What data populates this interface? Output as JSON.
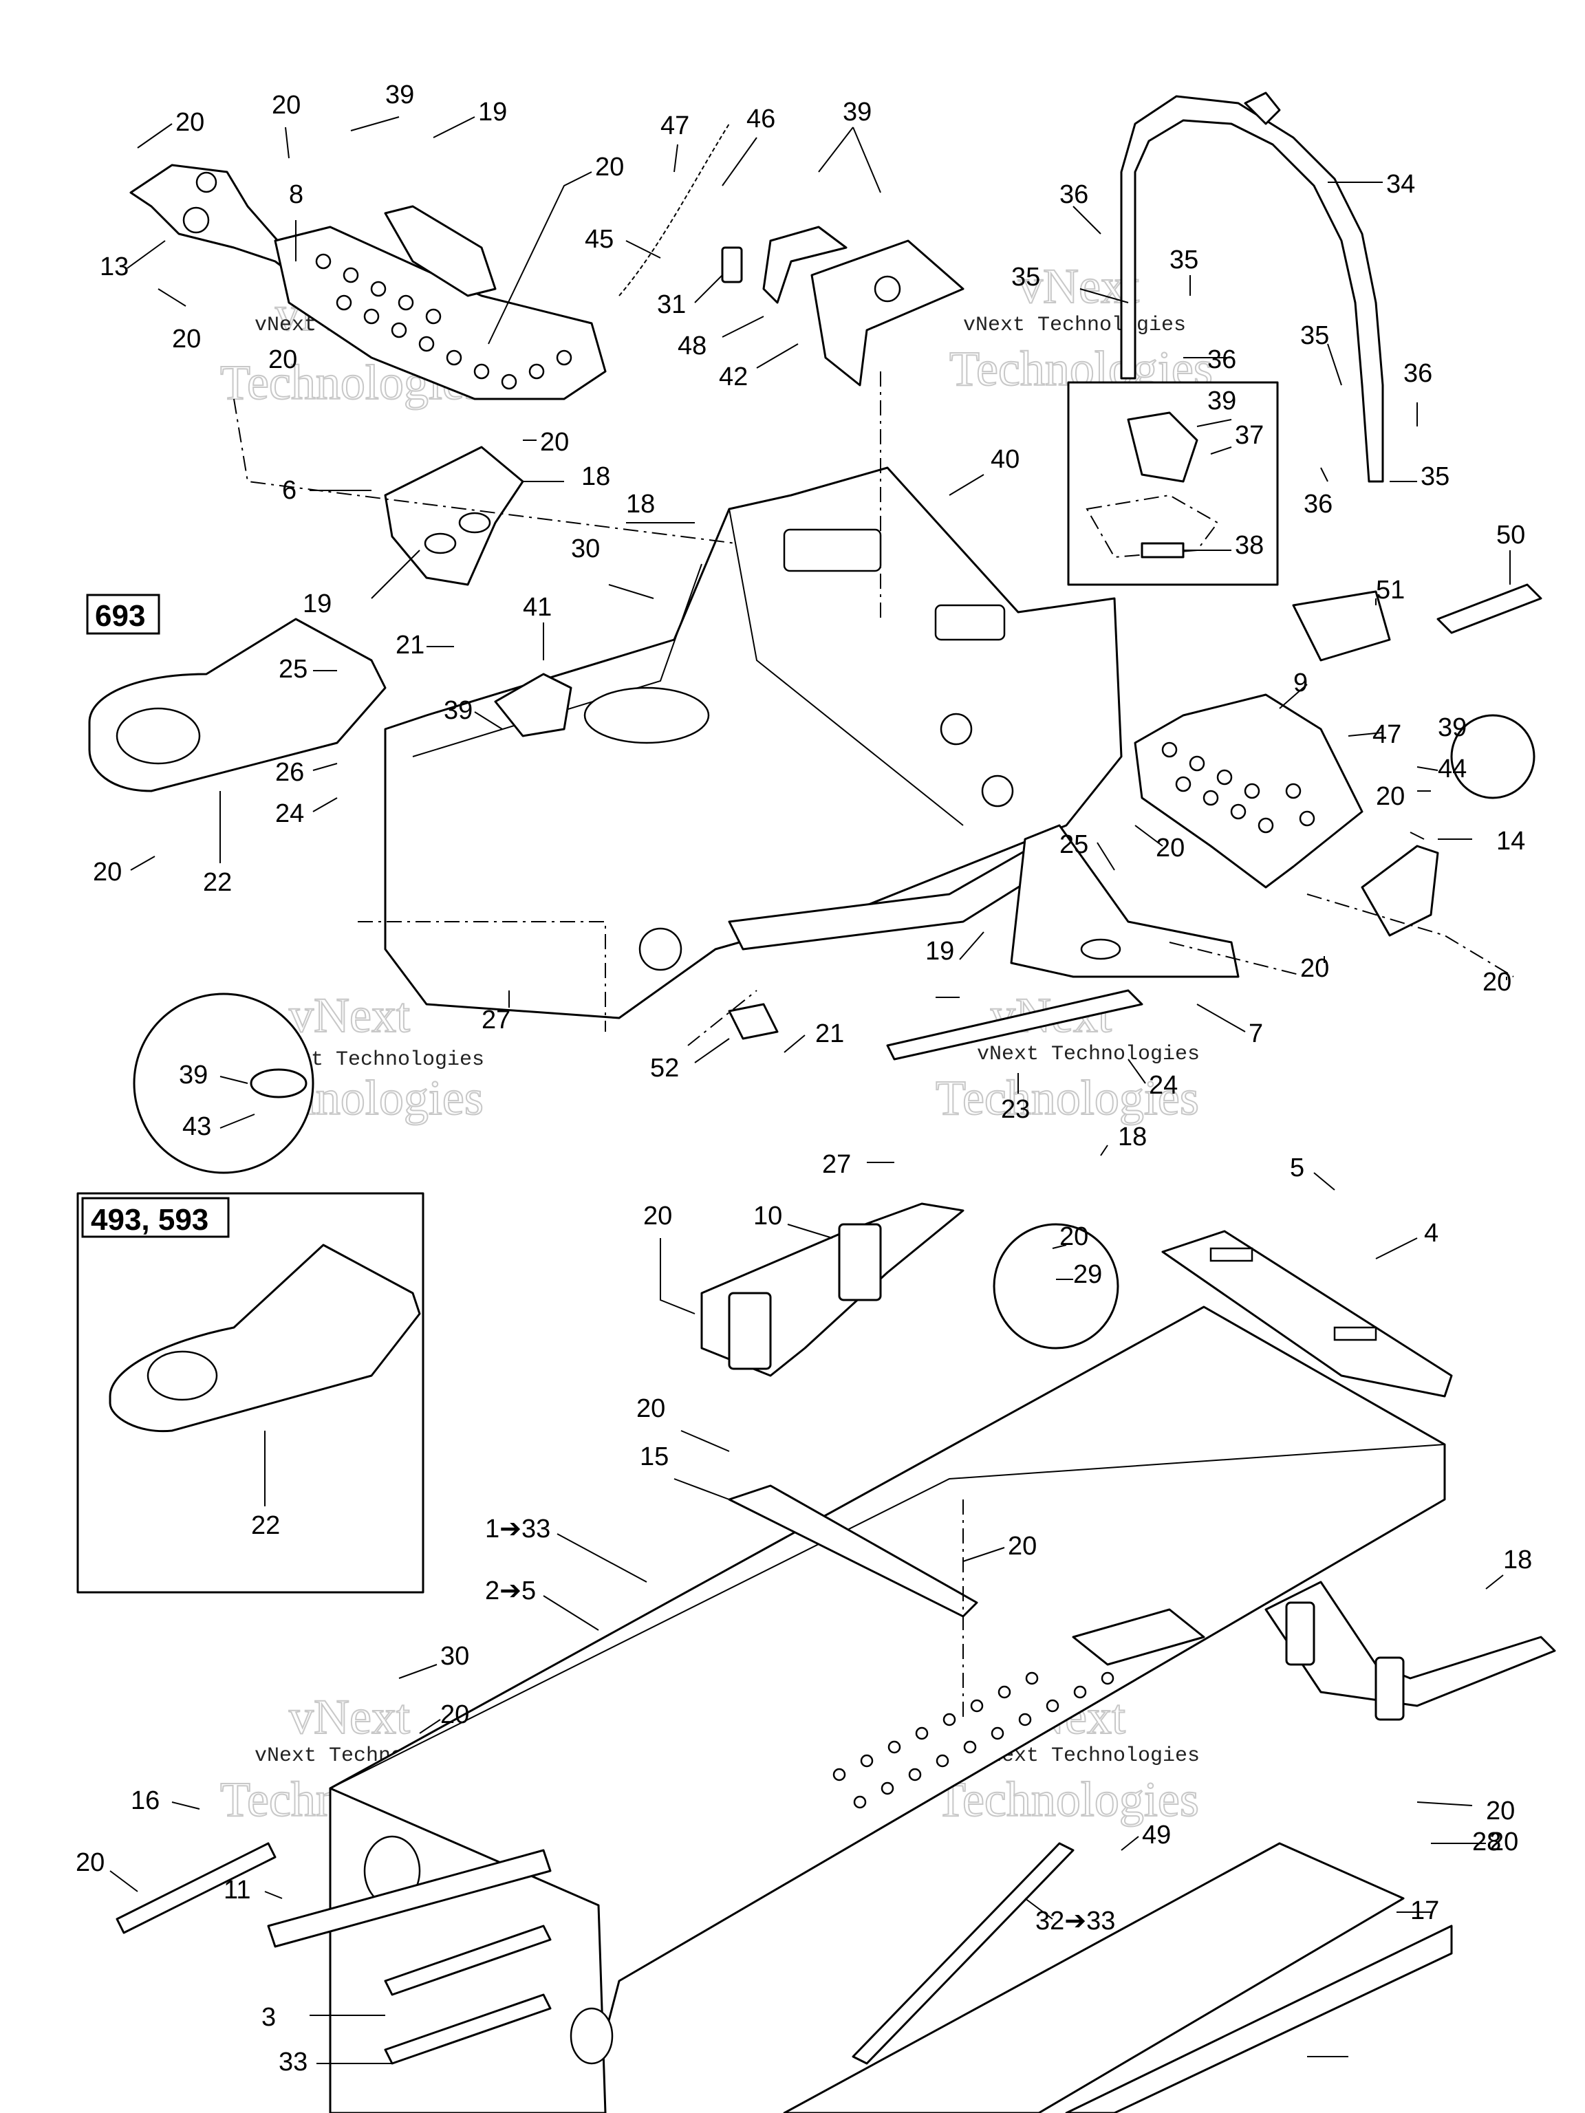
{
  "watermark": {
    "line1": "vNext",
    "line2": "Technologies",
    "caption": "vNext Technologies"
  },
  "variant_boxes": {
    "box_693": "693",
    "box_493_593": "493, 593"
  },
  "callouts": [
    "20",
    "20",
    "39",
    "19",
    "8",
    "13",
    "20",
    "20",
    "20",
    "47",
    "46",
    "45",
    "31",
    "48",
    "42",
    "39",
    "36",
    "35",
    "35",
    "36",
    "34",
    "35",
    "36",
    "36",
    "35",
    "39",
    "37",
    "38",
    "40",
    "50",
    "51",
    "20",
    "6",
    "18",
    "18",
    "30",
    "19",
    "21",
    "41",
    "39",
    "25",
    "26",
    "24",
    "20",
    "22",
    "9",
    "47",
    "39",
    "44",
    "20",
    "14",
    "25",
    "20",
    "19",
    "7",
    "20",
    "20",
    "23",
    "24",
    "27",
    "52",
    "21",
    "39",
    "43",
    "27",
    "18",
    "5",
    "4",
    "20",
    "10",
    "20",
    "29",
    "22",
    "20",
    "15",
    "1➔33",
    "20",
    "2➔5",
    "18",
    "20",
    "30",
    "20",
    "16",
    "20",
    "11",
    "20",
    "49",
    "28",
    "3",
    "32➔33",
    "17",
    "33"
  ]
}
